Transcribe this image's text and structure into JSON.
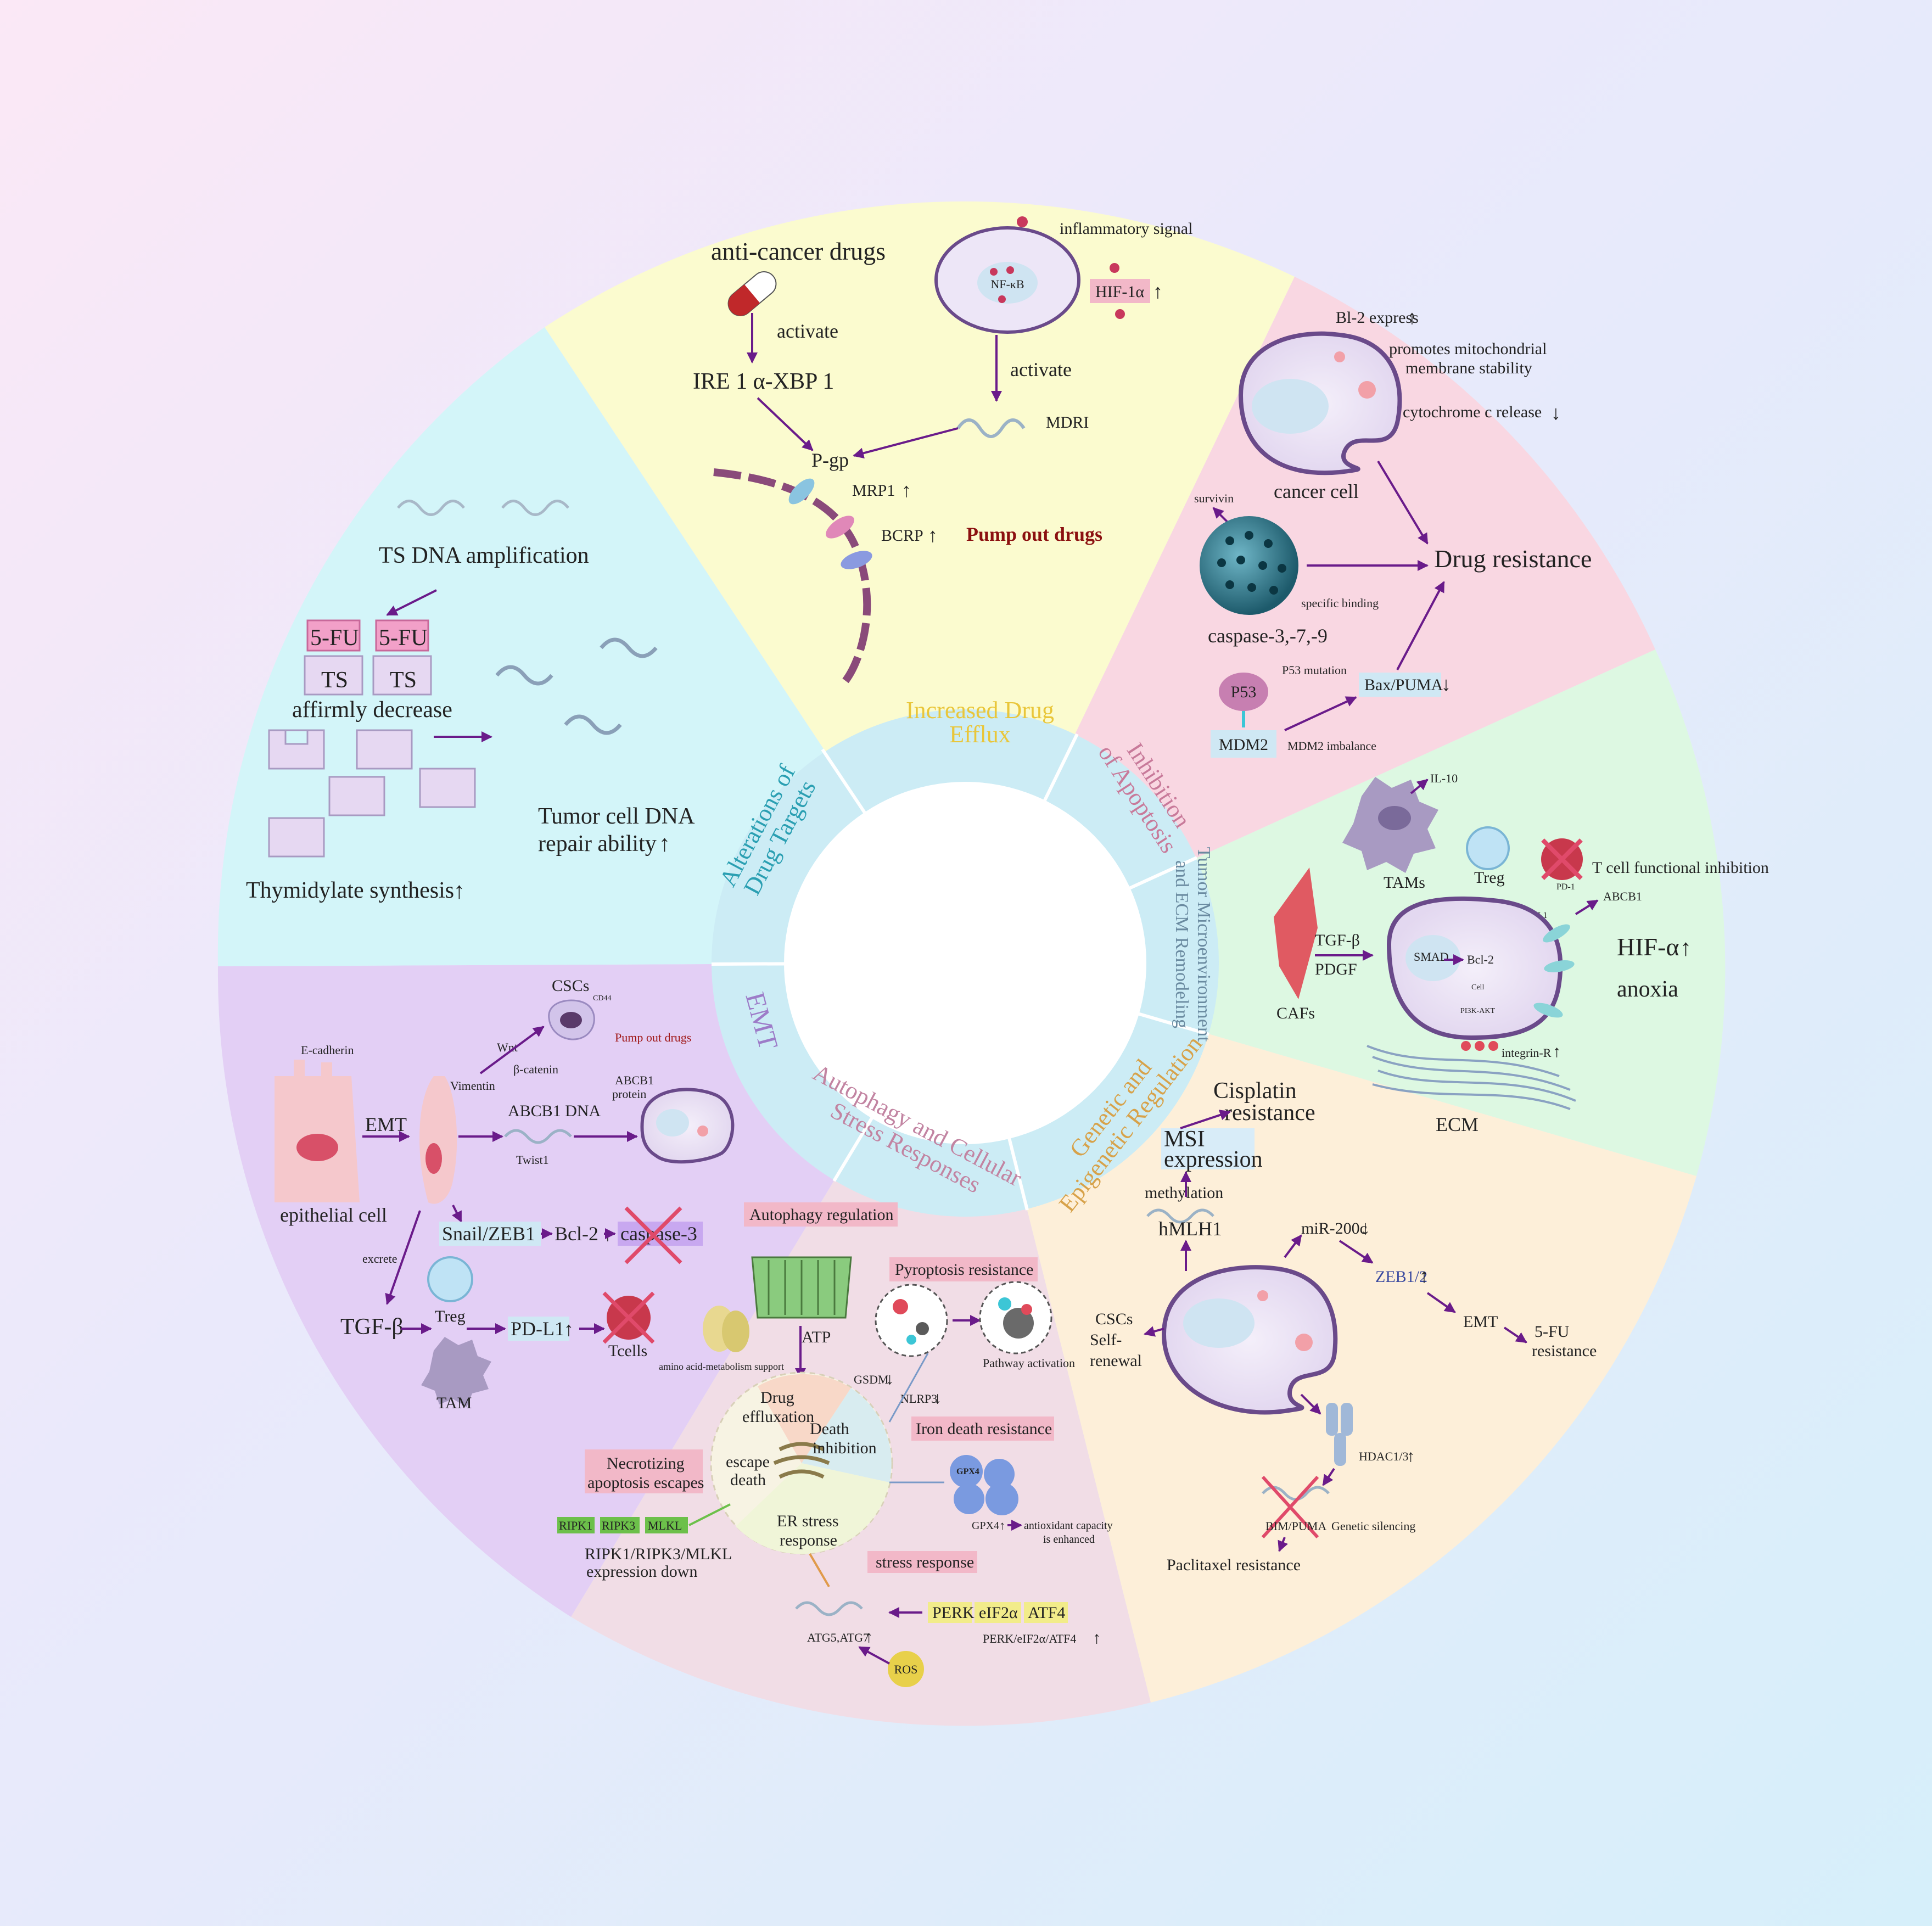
{
  "center_ring": {
    "categories": [
      {
        "key": "efflux",
        "lines": [
          "Increased Drug",
          "Efflux"
        ],
        "color": "#e9c63a"
      },
      {
        "key": "apoptosis",
        "lines": [
          "Inhibition",
          "of Apoptosis"
        ],
        "color": "#c87a9a"
      },
      {
        "key": "tme",
        "lines": [
          "Tumor Microenvironment",
          "and ECM Remodeling"
        ],
        "color": "#6a8aa0"
      },
      {
        "key": "genetic",
        "lines": [
          "Genetic and",
          "Epigenetic Regulation"
        ],
        "color": "#d7a24a"
      },
      {
        "key": "autophagy",
        "lines": [
          "Autophagy and Cellular",
          "Stress Responses"
        ],
        "color": "#c284a2"
      },
      {
        "key": "emt",
        "lines": [
          "EMT"
        ],
        "color": "#9d7cc8"
      },
      {
        "key": "targets",
        "lines": [
          "Alterations of",
          "Drug Targets"
        ],
        "color": "#2a9fb2"
      }
    ]
  },
  "efflux_panel": {
    "anticancer_drugs": "anti-cancer drugs",
    "activate_1": "activate",
    "ire1": "IRE 1 α-XBP 1",
    "inflammatory_signal": "inflammatory signal",
    "nfkb": "NF-κB",
    "hif1a": "HIF-1α",
    "activate_2": "activate",
    "mdri": "MDRI",
    "pgp": "P-gp",
    "mrp1": "MRP1",
    "bcrp": "BCRP",
    "pump_out": "Pump out drugs"
  },
  "apoptosis_panel": {
    "bl2": "Bl-2 express",
    "mito_stability": [
      "promotes mitochondrial",
      "membrane stability"
    ],
    "cytc": "cytochrome c  release",
    "cancer_cell": "cancer cell",
    "survivin": "survivin",
    "drug_resistance": "Drug resistance",
    "specific_binding": "specific binding",
    "caspase": "caspase-3,-7,-9",
    "p53": "P53",
    "p53_mutation": "P53 mutation",
    "bax": "Bax/PUMA",
    "mdm2": "MDM2",
    "mdm2_imbalance": "MDM2 imbalance"
  },
  "tme_panel": {
    "il10": "IL-10",
    "tams": "TAMs",
    "treg": "Treg",
    "tcell_inhibition": "T cell functional inhibition",
    "pd1": "PD-1",
    "pdl1": "PD-L1",
    "abcb1": "ABCB1",
    "tgfb": "TGF-β",
    "pdgf": "PDGF",
    "smad": "SMAD",
    "bcl2": "Bcl-2",
    "cell": "Cell",
    "pi3k": "PI3K-AKT",
    "hif": "HIF-α",
    "anoxia": "anoxia",
    "cafs": "CAFs",
    "integrin": "integrin-R",
    "ecm": "ECM"
  },
  "genetic_panel": {
    "cisplatin": [
      "Cisplatin",
      "resistance"
    ],
    "msi": [
      "MSI",
      "expression"
    ],
    "methylation": "methylation",
    "hmlh1": "hMLH1",
    "mir200c": "miR-200c",
    "zeb12": "ZEB1/2",
    "emt": "EMT",
    "fu_resistance": [
      "5-FU",
      "resistance"
    ],
    "cscs": [
      "CSCs",
      "Self-",
      "renewal"
    ],
    "hdac": "HDAC1/3",
    "bim": "BIM/PUMA",
    "silencing": "Genetic silencing",
    "paclitaxel": "Paclitaxel resistance"
  },
  "autophagy_panel": {
    "autophagy_reg": "Autophagy regulation",
    "pyroptosis": "Pyroptosis resistance",
    "atp": "ATP",
    "amino": "amino acid-metabolism support",
    "pathway": "Pathway activation",
    "gsdm": "GSDM",
    "nlrp3": "NLRP3",
    "drug_efflux": [
      "Drug",
      "effluxation"
    ],
    "death_inhibition": [
      "Death",
      "inhibition"
    ],
    "iron_death": "Iron death resistance",
    "necro": [
      "Necrotizing",
      "apoptosis escapes"
    ],
    "escape_death": [
      "escape",
      "death"
    ],
    "er_stress": [
      "ER stress",
      "response"
    ],
    "gpx4": "GPX4",
    "gpx4_up": "GPX4",
    "antioxidant": [
      "antioxidant capacity",
      "is enhanced"
    ],
    "ripk1": "RIPK1",
    "ripk3": "RIPK3",
    "mlkl": "MLKL",
    "ripk_down": [
      "RIPK1/RIPK3/MLKL",
      "expression down"
    ],
    "stress_response": "stress response",
    "perk": "PERK",
    "eif2a": "eIF2α",
    "atf4": "ATF4",
    "atg": "ATG5,ATG7",
    "perk_up": "PERK/eIF2α/ATF4",
    "ros": "ROS"
  },
  "emt_panel": {
    "cscs": "CSCs",
    "cd44": "CD44",
    "pump_out": "Pump out drugs",
    "ecadherin": "E-cadherin",
    "wnt": "Wnt",
    "bcatenin": "β-catenin",
    "vimentin": "Vimentin",
    "abcb1_protein": [
      "ABCB1",
      "protein"
    ],
    "emt": "EMT",
    "abcb1_dna": "ABCB1  DNA",
    "twist1": "Twist1",
    "epithelial": "epithelial cell",
    "snail": "Snail/ZEB1",
    "bcl2": "Bcl-2",
    "caspase3": "caspase-3",
    "excrete": "excrete",
    "treg": "Treg",
    "tgfb": "TGF-β",
    "pdl1": "PD-L1",
    "tam": "TAM",
    "tcells": "Tcells"
  },
  "targets_panel": {
    "ts_amp": "TS DNA amplification",
    "fu": "5-FU",
    "ts": "TS",
    "affirmly": "affirmly decrease",
    "repair": [
      "Tumor cell DNA",
      "repair ability"
    ],
    "thymidylate": "Thymidylate synthesis"
  },
  "colors": {
    "efflux_bg": "#fbfbcf",
    "apoptosis_bg": "#f9d7e2",
    "tme_bg": "#ddf8e2",
    "genetic_bg": "#fdefd9",
    "autophagy_bg": "#f1dde6",
    "emt_bg": "#e3cff5",
    "targets_bg": "#d3f5f9",
    "inner_ring": "#ccecf5",
    "arrow": "#6a1b8a"
  }
}
